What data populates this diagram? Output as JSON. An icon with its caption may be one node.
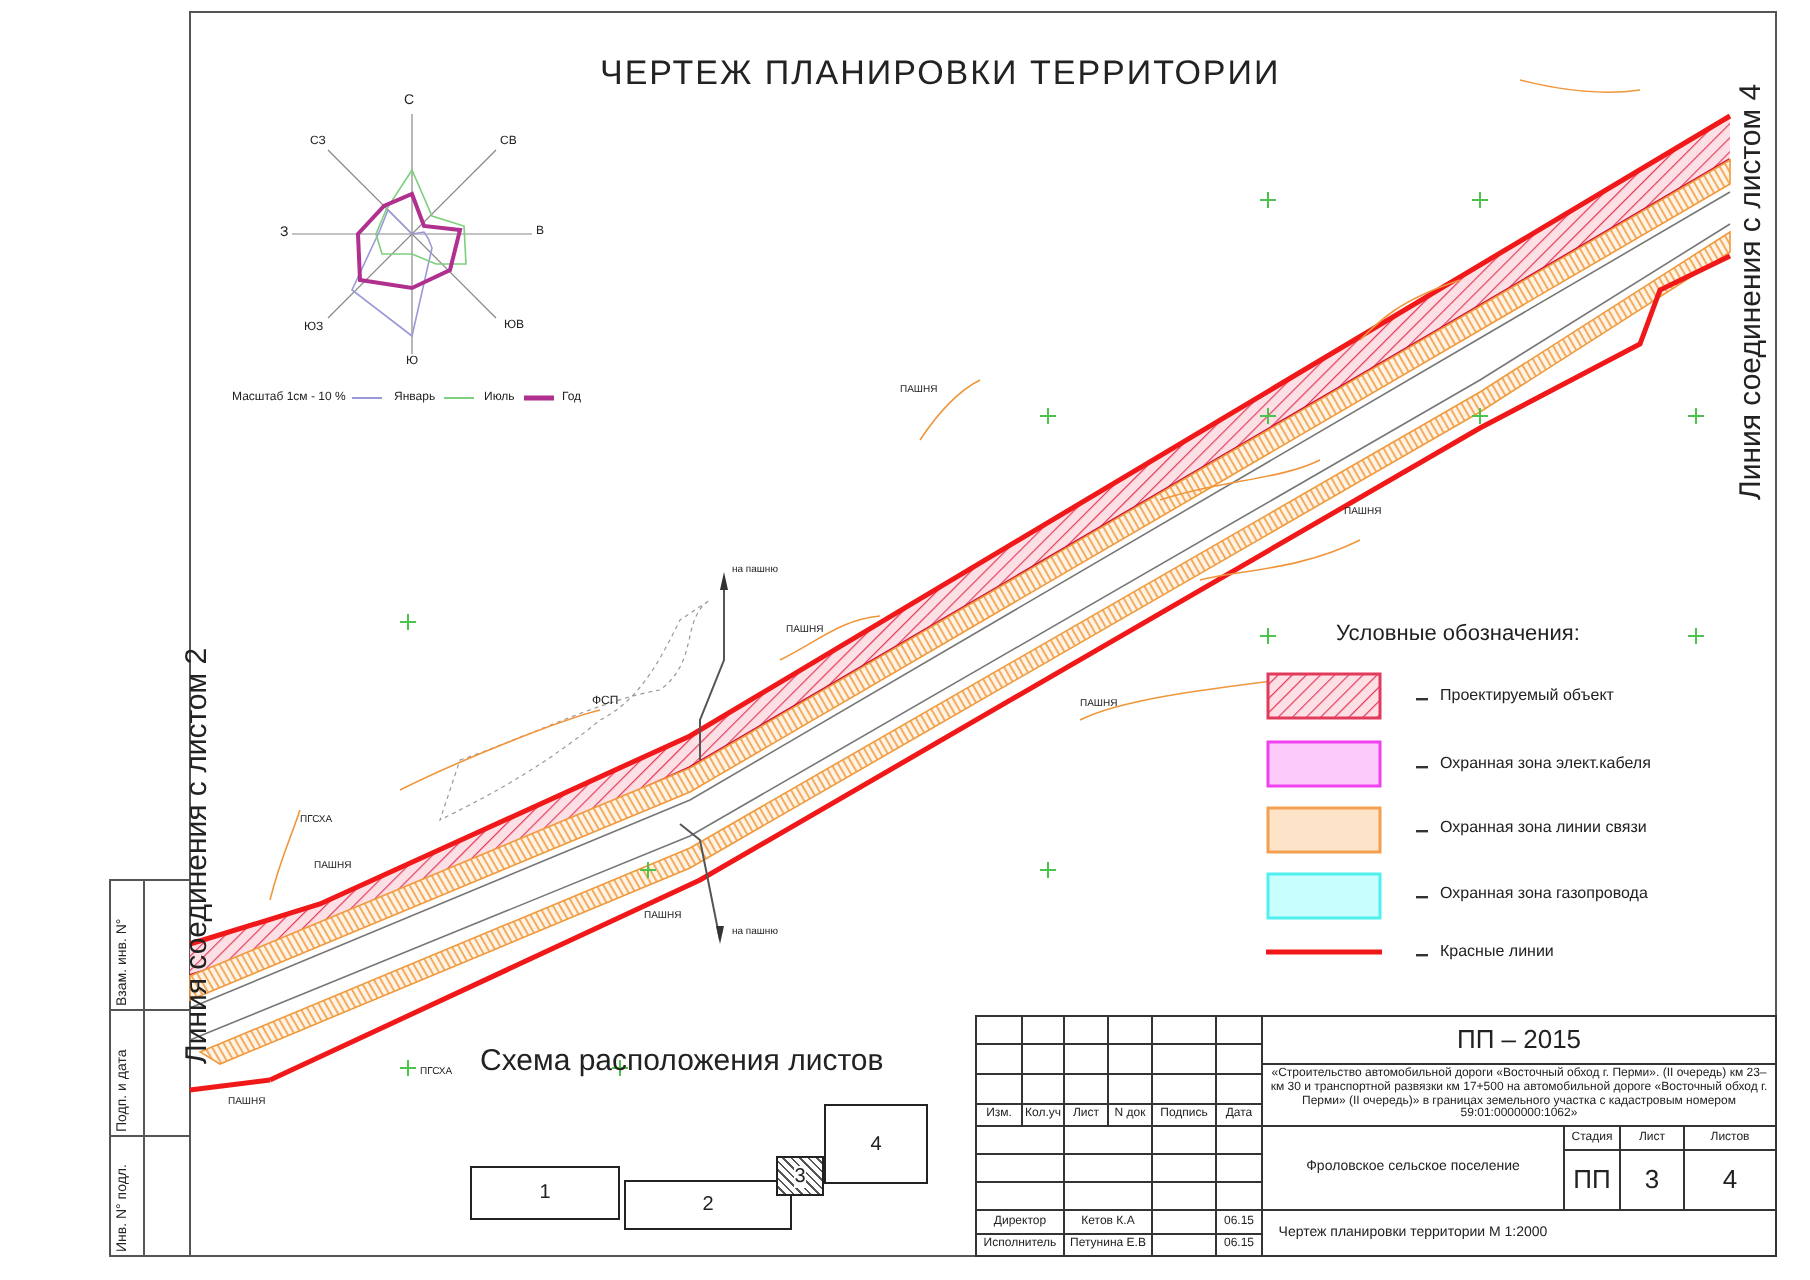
{
  "diagram": {
    "title": "ЧЕРТЕЖ ПЛАНИРОВКИ ТЕРРИТОРИИ",
    "nodes": [
      {
        "text": [
          "1"
        ]
      },
      {
        "text": [
          "2"
        ]
      },
      {
        "text": [
          "3"
        ]
      },
      {
        "text": [
          "4"
        ]
      }
    ],
    "labels": [
      "С",
      "СЗ",
      "СВ",
      "З",
      "В",
      "ЮЗ",
      "ЮВ",
      "Ю",
      "Масштаб 1см - 10 %",
      "Условные обозначения:",
      "Линия соединения с листом 4",
      "Линия соединения с листом 2",
      "на пашню",
      "ПАШНЯ",
      "ФСП",
      "ПГСХА",
      "ПАШНЯ",
      "ПАШНЯ",
      "ПАШНЯ",
      "ПАШНЯ",
      "ПАШНЯ",
      "на пашню",
      "ПГСХА",
      "ПАШНЯ",
      "Схема расположения листов",
      "Взам. инв. N°",
      "Подп. и дата",
      "Инв. N° подл.",
      "ПП – 2015",
      "«Строительство автомобильной дороги «Восточный обход г. Перми». (II очередь) км 23–км 30 и транспортной развязки км 17+500 на автомобильной дороге «Восточный обход г. Перми» (II очередь)» в границах земельного участка с кадастровым номером 59:01:0000000:1062»",
      "Изм.",
      "Кол.уч",
      "Лист",
      "N док",
      "Подпись",
      "Дата",
      "Стадия",
      "Лист",
      "Листов",
      "Фроловское сельское поселение",
      "ПП",
      "3",
      "4",
      "Директор",
      "Кетов К.А",
      "06.15",
      "Исполнитель",
      "Петунина Е.В",
      "06.15",
      "Чертеж планировки территории М 1:2000"
    ],
    "legend": [
      {
        "text": "Январь"
      },
      {
        "text": "Июль"
      },
      {
        "text": "Год"
      },
      {
        "text": "Проектируемый объект"
      },
      {
        "text": "Охранная зона элект.кабеля",
        "color": "#fccbfc"
      },
      {
        "text": "Охранная зона линии связи",
        "color": "#fde3c8"
      },
      {
        "text": "Охранная зона газопровода",
        "color": "#c8fefe"
      },
      {
        "text": "Красные линии"
      }
    ]
  }
}
